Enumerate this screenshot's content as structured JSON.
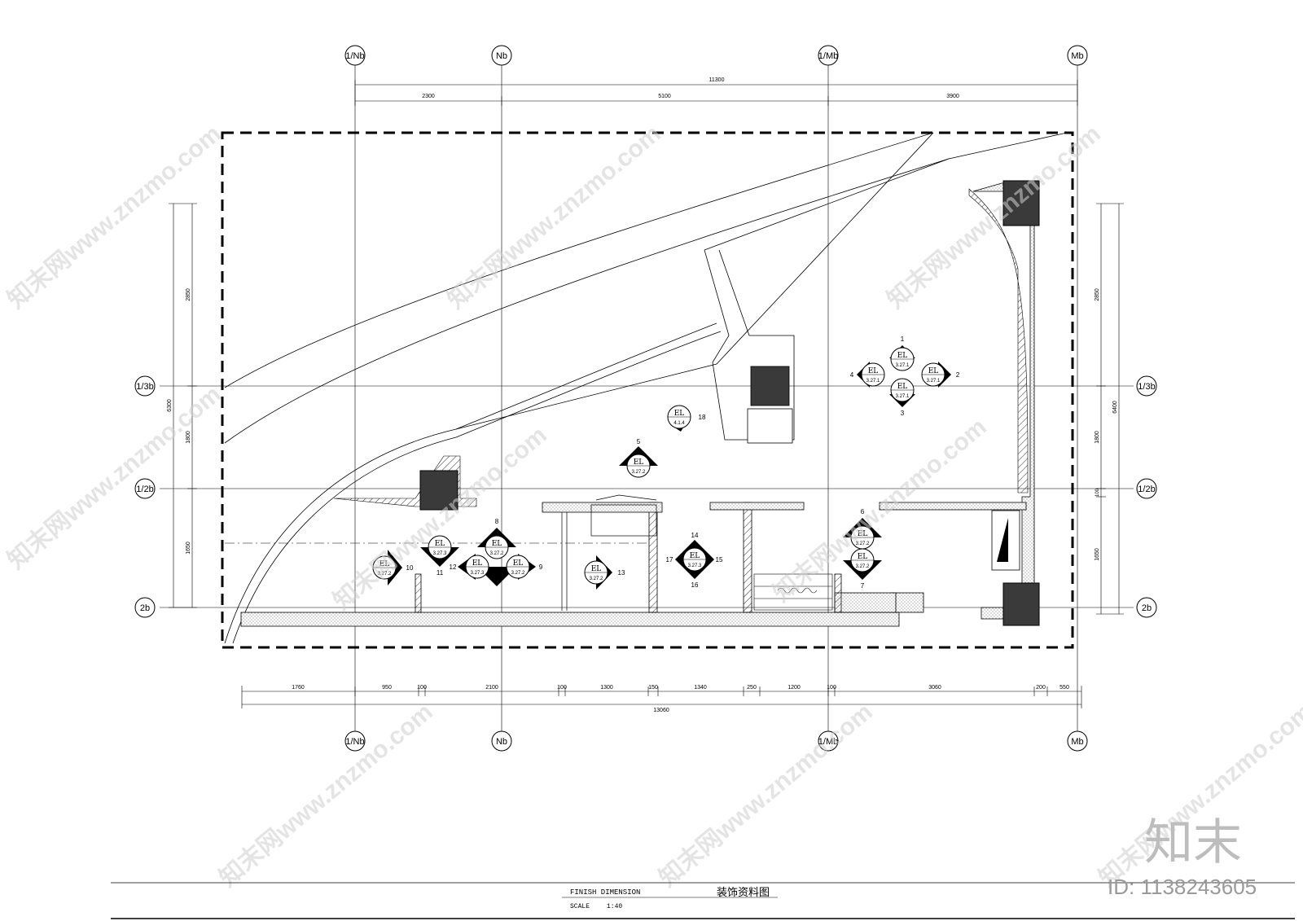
{
  "grid": {
    "vertical_labels": [
      "1/Nb",
      "Nb",
      "1/Mb",
      "Mb"
    ],
    "horizontal_labels": [
      "1/3b",
      "1/2b",
      "2b"
    ]
  },
  "dims": {
    "top_overall": "11300",
    "top_segments": [
      "2300",
      "5100",
      "3900"
    ],
    "bottom_segments": [
      "1760",
      "950",
      "100",
      "2100",
      "100",
      "1300",
      "150",
      "1340",
      "250",
      "1200",
      "100",
      "3060",
      "200",
      "550"
    ],
    "bottom_overall": "13060",
    "left_overall": "6300",
    "left_segments": [
      "2850",
      "1800",
      "1650"
    ],
    "right_overall": "6400",
    "right_segments": [
      "2850",
      "1800",
      "100",
      "1650"
    ]
  },
  "markers": {
    "el_text": "EL",
    "group_a": {
      "ref": "3.27.1",
      "nums": [
        "1",
        "2",
        "3",
        "4"
      ]
    },
    "m18": {
      "ref": "4.1.4",
      "num": "18"
    },
    "m5": {
      "ref": "3.27.2",
      "num": "5"
    },
    "m67": {
      "ref": "3.27.2",
      "nums": [
        "6",
        "7"
      ]
    },
    "m10": {
      "ref": "3.27.2",
      "num": "10"
    },
    "m11": {
      "ref": "3.27.3",
      "num": "11"
    },
    "group_b": {
      "ref": "3.27.2",
      "ref2": "3.27.3",
      "nums": [
        "8",
        "9",
        "12"
      ]
    },
    "m13": {
      "ref": "3.27.2",
      "num": "13"
    },
    "m14": {
      "ref": "3.27.3",
      "nums": [
        "14",
        "15",
        "16",
        "17"
      ]
    }
  },
  "title_block": {
    "title_en": "FINISH DIMENSION",
    "title_cn": "装饰资料图",
    "scale_label": "SCALE",
    "scale_value": "1:40"
  },
  "watermark": {
    "logo": "知末",
    "id": "ID: 1138243605",
    "site": "知末网www.znzmo.com"
  }
}
